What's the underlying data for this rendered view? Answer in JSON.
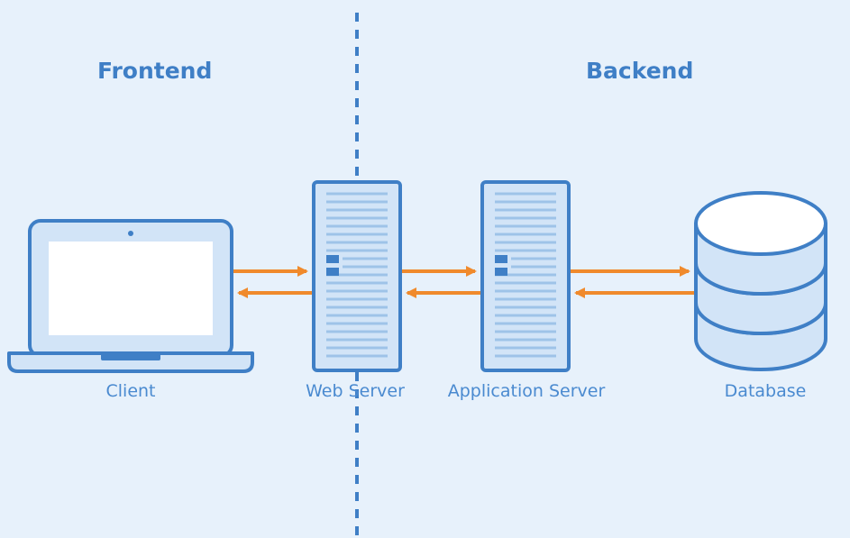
{
  "sections": {
    "frontend": "Frontend",
    "backend": "Backend"
  },
  "nodes": {
    "client": "Client",
    "web_server": "Web Server",
    "app_server": "Application Server",
    "database": "Database"
  },
  "colors": {
    "background": "#e7f1fb",
    "stroke": "#3f7fc6",
    "fill": "#d2e4f7",
    "arrow": "#f08a2c",
    "label": "#4a8ad0"
  }
}
